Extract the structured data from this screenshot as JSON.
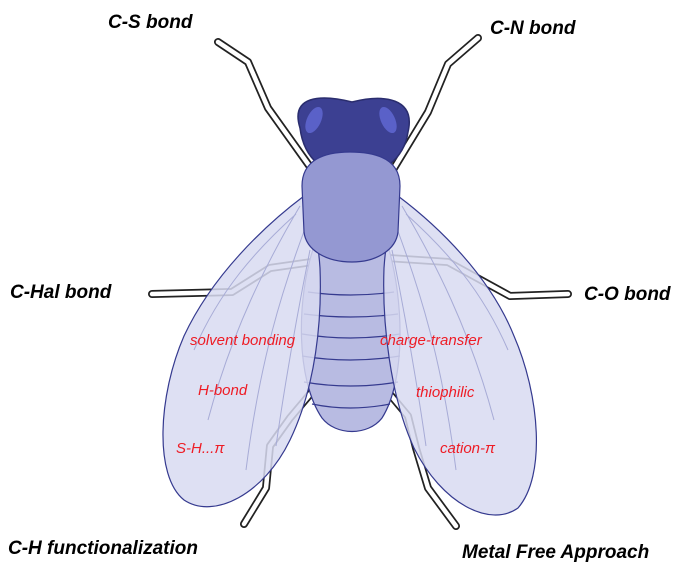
{
  "labels": {
    "top_left": "C-S bond",
    "top_right": "C-N bond",
    "mid_left": "C-Hal bond",
    "mid_right": "C-O bond",
    "bottom_left": "C-H functionalization",
    "bottom_right": "Metal Free Approach"
  },
  "left_wing": {
    "items": [
      "solvent bonding",
      "H-bond",
      "S-H...π"
    ]
  },
  "right_wing": {
    "items": [
      "charge-transfer",
      "thiophilic",
      "cation-π"
    ]
  },
  "colors": {
    "label": "#000000",
    "wing_text": "#ee1c25",
    "head": "#3c4092",
    "eye_highlight": "#5a61c8",
    "thorax": "#9498d2",
    "abdomen": "#b8bbe2",
    "wing_fill": "#dcdff2",
    "outline": "#353a8f",
    "leg": "#222222"
  }
}
